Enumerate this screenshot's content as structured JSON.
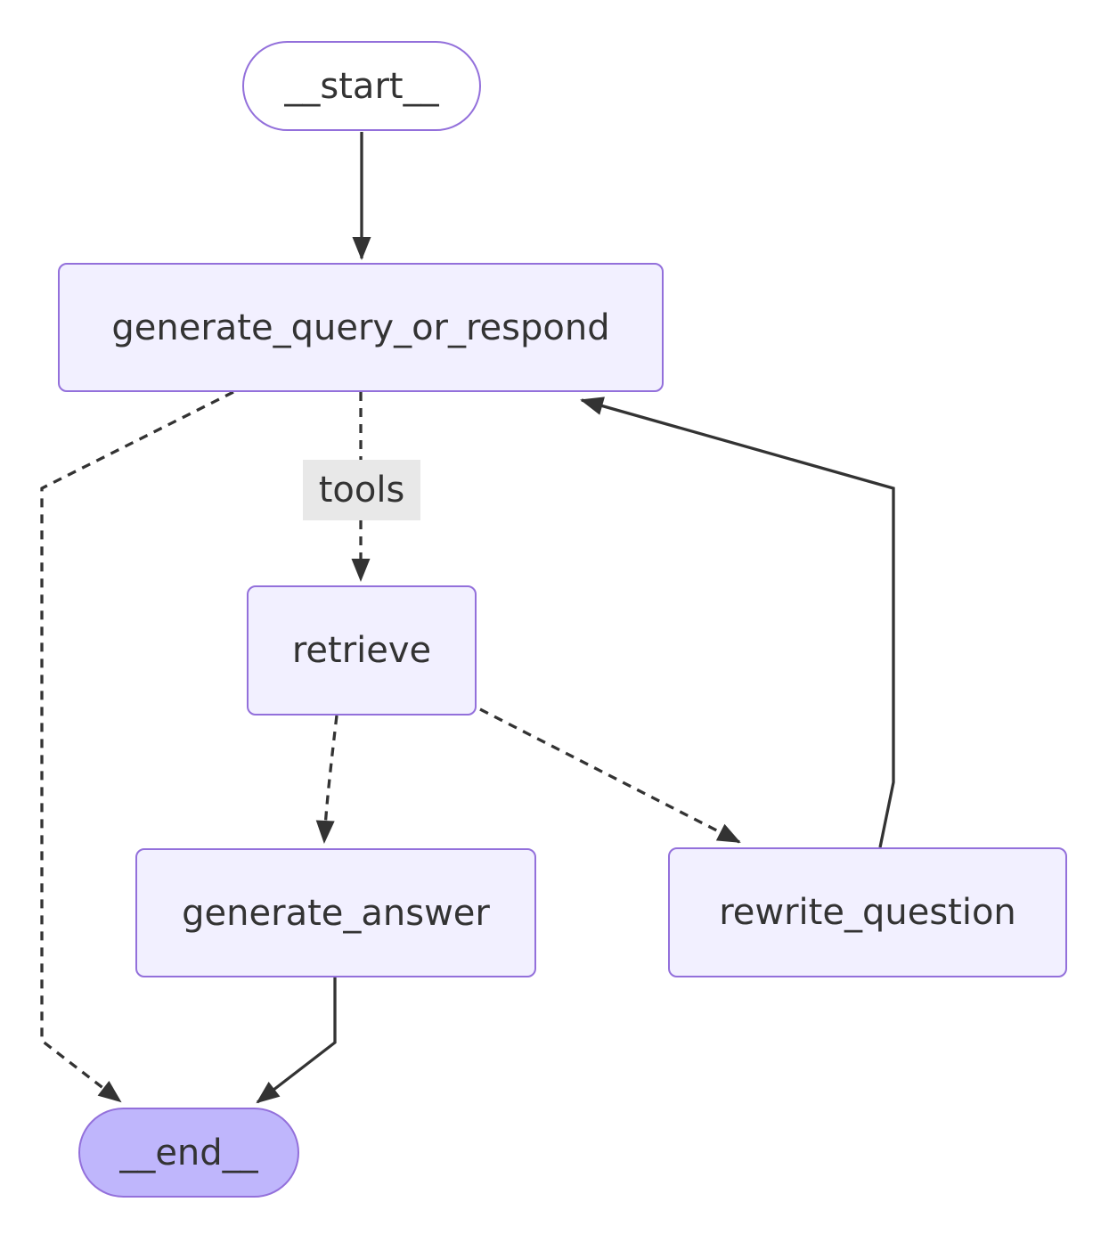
{
  "diagram": {
    "type": "flowchart",
    "colors": {
      "node_fill": "#f2f0ff",
      "node_border": "#9370db",
      "start_fill": "#ffffff",
      "end_fill": "#bfb6fc",
      "edge_color": "#333333",
      "text_color": "#333333",
      "edge_label_background": "#e8e8e8",
      "background": "#ffffff"
    },
    "nodes": [
      {
        "id": "start",
        "label": "__start__",
        "shape": "stadium"
      },
      {
        "id": "generate_query_or_respond",
        "label": "generate_query_or_respond",
        "shape": "rect"
      },
      {
        "id": "retrieve",
        "label": "retrieve",
        "shape": "rect"
      },
      {
        "id": "generate_answer",
        "label": "generate_answer",
        "shape": "rect"
      },
      {
        "id": "rewrite_question",
        "label": "rewrite_question",
        "shape": "rect"
      },
      {
        "id": "end",
        "label": "__end__",
        "shape": "stadium"
      }
    ],
    "edges": [
      {
        "from": "start",
        "to": "generate_query_or_respond",
        "style": "solid",
        "label": ""
      },
      {
        "from": "generate_query_or_respond",
        "to": "retrieve",
        "style": "dashed",
        "label": "tools"
      },
      {
        "from": "generate_query_or_respond",
        "to": "end",
        "style": "dashed",
        "label": ""
      },
      {
        "from": "retrieve",
        "to": "generate_answer",
        "style": "dashed",
        "label": ""
      },
      {
        "from": "retrieve",
        "to": "rewrite_question",
        "style": "dashed",
        "label": ""
      },
      {
        "from": "generate_answer",
        "to": "end",
        "style": "solid",
        "label": ""
      },
      {
        "from": "rewrite_question",
        "to": "generate_query_or_respond",
        "style": "solid",
        "label": ""
      }
    ]
  }
}
